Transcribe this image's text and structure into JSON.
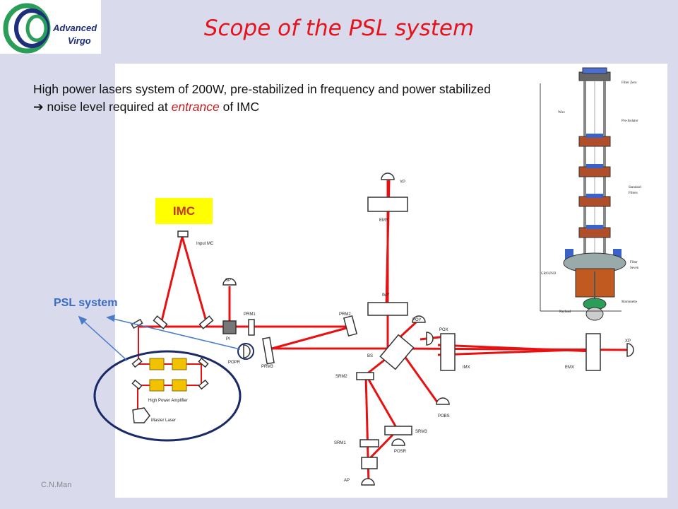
{
  "logo": {
    "line1": "Advanced",
    "line2": "Virgo"
  },
  "title": "Scope of the PSL system",
  "description": {
    "part1": "High power lasers system of 200W, pre-stabilized in frequency and power stabilized ",
    "arrow": "➔",
    "part2": " noise level required at ",
    "emphasis": "entrance",
    "part3": " of IMC"
  },
  "labels": {
    "imc": "IMC",
    "psl_system": "PSL system",
    "footer": "C.N.Man"
  },
  "diagram_labels": {
    "yp": "YP",
    "emy": "EMY",
    "input_mc": "Input MC",
    "sp": "SP",
    "prm1": "PRM1",
    "prm2": "PRM2",
    "pi": "PI",
    "popr": "POPR",
    "prm3": "PRM3",
    "imy": "IMY",
    "poy": "POY",
    "pox": "POX",
    "bs": "BS",
    "imx": "IMX",
    "emx": "EMX",
    "xp": "XP",
    "srm2": "SRM2",
    "pobs": "POBS",
    "srm3": "SRM3",
    "srm1": "SRM1",
    "posr": "POSR",
    "ap": "AP",
    "hpa": "High Power Amplifier",
    "master_laser": "Master Laser"
  },
  "suspension_labels": {
    "filter_zero": "Filter Zero",
    "wire": "Wire",
    "pre_isolator": "Pre-Isolator",
    "standard": "Standard",
    "filters": "Filters",
    "filter": "Filter",
    "seven": "Seven",
    "ground": "GROUND",
    "marionette": "Marionette",
    "payload": "Payload"
  },
  "colors": {
    "beam": "#e81010",
    "title": "#e8121a",
    "psl_label": "#3a6cc0",
    "imc_box": "#ffff00",
    "background": "#d9dbed"
  }
}
